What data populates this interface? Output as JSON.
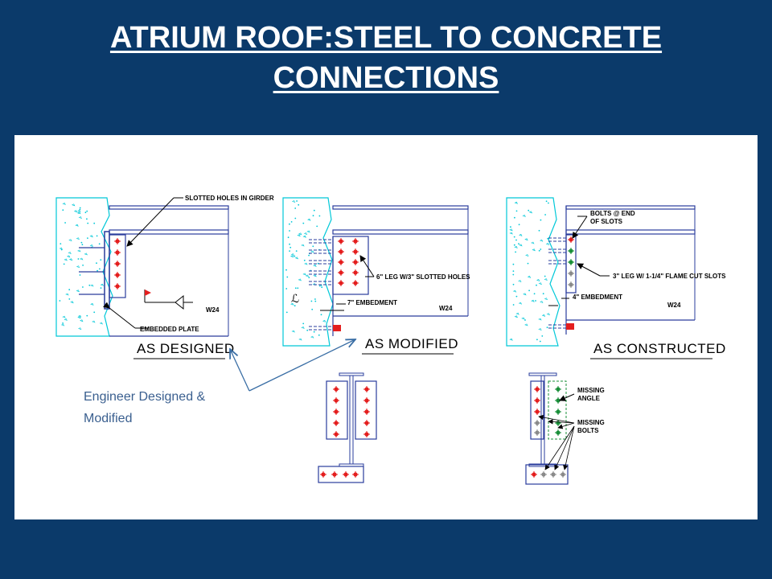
{
  "slide": {
    "title_line1": "ATRIUM ROOF:STEEL TO CONCRETE",
    "title_line2": "CONNECTIONS"
  },
  "diagrams": {
    "designed": {
      "label_slotted": "SLOTTED HOLES IN GIRDER",
      "label_plate": "EMBEDDED PLATE",
      "beam": "W24",
      "caption": "AS DESIGNED"
    },
    "modified": {
      "label_leg": "6\" LEG W/3\" SLOTTED HOLES",
      "label_embed": "7\" EMBEDMENT",
      "beam": "W24",
      "caption": "AS MODIFIED"
    },
    "constructed": {
      "label_bolts_1": "BOLTS @ END",
      "label_bolts_2": "OF SLOTS",
      "label_leg": "3\" LEG W/ 1-1/4\" FLAME CUT SLOTS",
      "label_embed": "4\" EMBEDMENT",
      "beam": "W24",
      "caption": "AS CONSTRUCTED",
      "missing_angle_1": "MISSING",
      "missing_angle_2": "ANGLE",
      "missing_bolts_1": "MISSING",
      "missing_bolts_2": "BOLTS"
    }
  },
  "annotation": {
    "line1": "Engineer Designed &",
    "line2": "Modified"
  },
  "colors": {
    "background": "#0b3a6a",
    "concrete": "#00c8d8",
    "steel": "#2a3c9c",
    "bolt": "#e41e1e",
    "bolt_existing": "#1a8f3a",
    "bolt_missing": "#8a8a8a"
  }
}
